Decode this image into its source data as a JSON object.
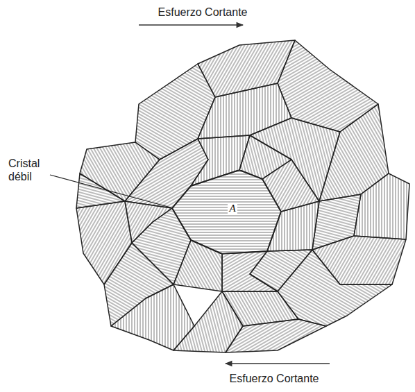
{
  "diagram": {
    "nodes": [
      {
        "text": [
          "A"
        ]
      }
    ],
    "labels": [
      "Esfuerzo Cortante",
      "Cristal débil",
      "Esfuerzo Cortante"
    ]
  }
}
